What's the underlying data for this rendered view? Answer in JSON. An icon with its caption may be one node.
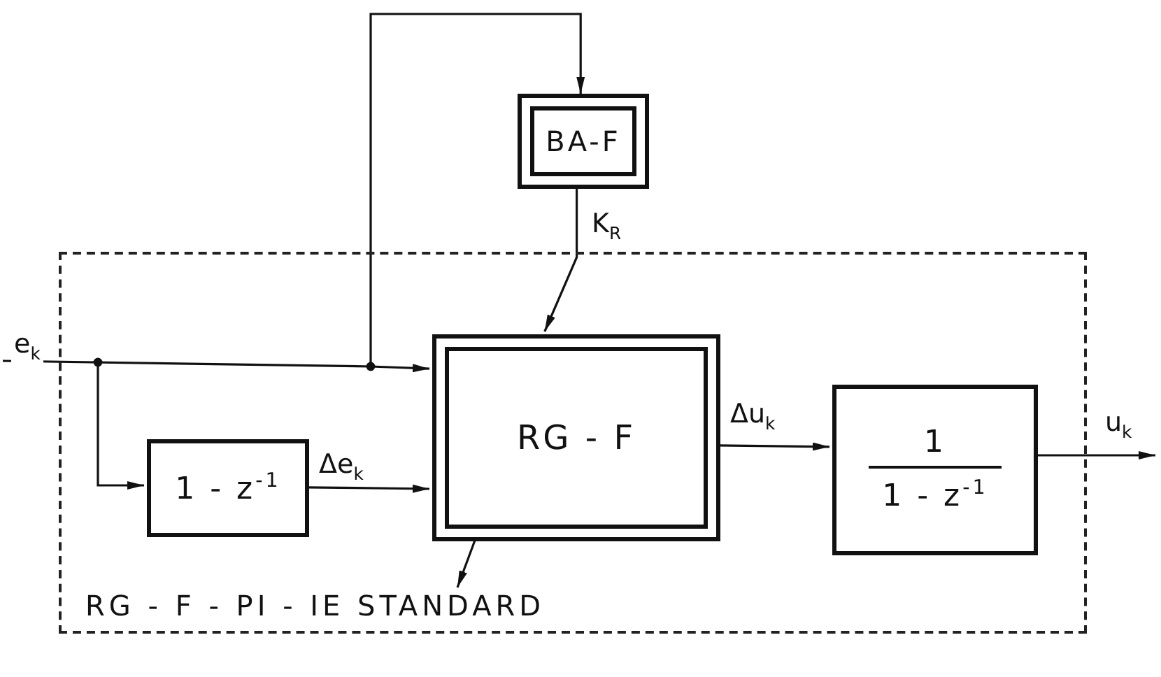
{
  "diagram": {
    "nodes": [
      {
        "text": [
          "BA-F"
        ]
      },
      {
        "text": [
          "RG - F - PI - IE STANDARD"
        ]
      },
      {
        "text": [
          "1 - z$^{-1}$"
        ],
        "in": 1
      },
      {
        "text": [
          "RG - F"
        ],
        "in": 1
      },
      {
        "text": [
          "1",
          "1 - z$^{-1}$"
        ],
        "in": 1
      }
    ],
    "edges": [
      {
        "from": null,
        "to": 3,
        "arrow": "to",
        "label": "e$_{k}$"
      },
      {
        "from": null,
        "to": 2,
        "arrow": "to"
      },
      {
        "from": null,
        "to": 0,
        "arrow": "to"
      },
      {
        "from": 2,
        "to": 3,
        "arrow": "to",
        "label": "Δe$_{k}$"
      },
      {
        "from": 0,
        "to": 3,
        "arrow": "to",
        "label": "K$_{R}$"
      },
      {
        "from": 3,
        "to": 4,
        "arrow": "to",
        "label": "Δu$_{k}$"
      },
      {
        "from": 4,
        "to": null,
        "arrow": "to",
        "label": "u$_{k}$"
      },
      {
        "from": 3,
        "to": null,
        "arrow": "to"
      }
    ]
  }
}
